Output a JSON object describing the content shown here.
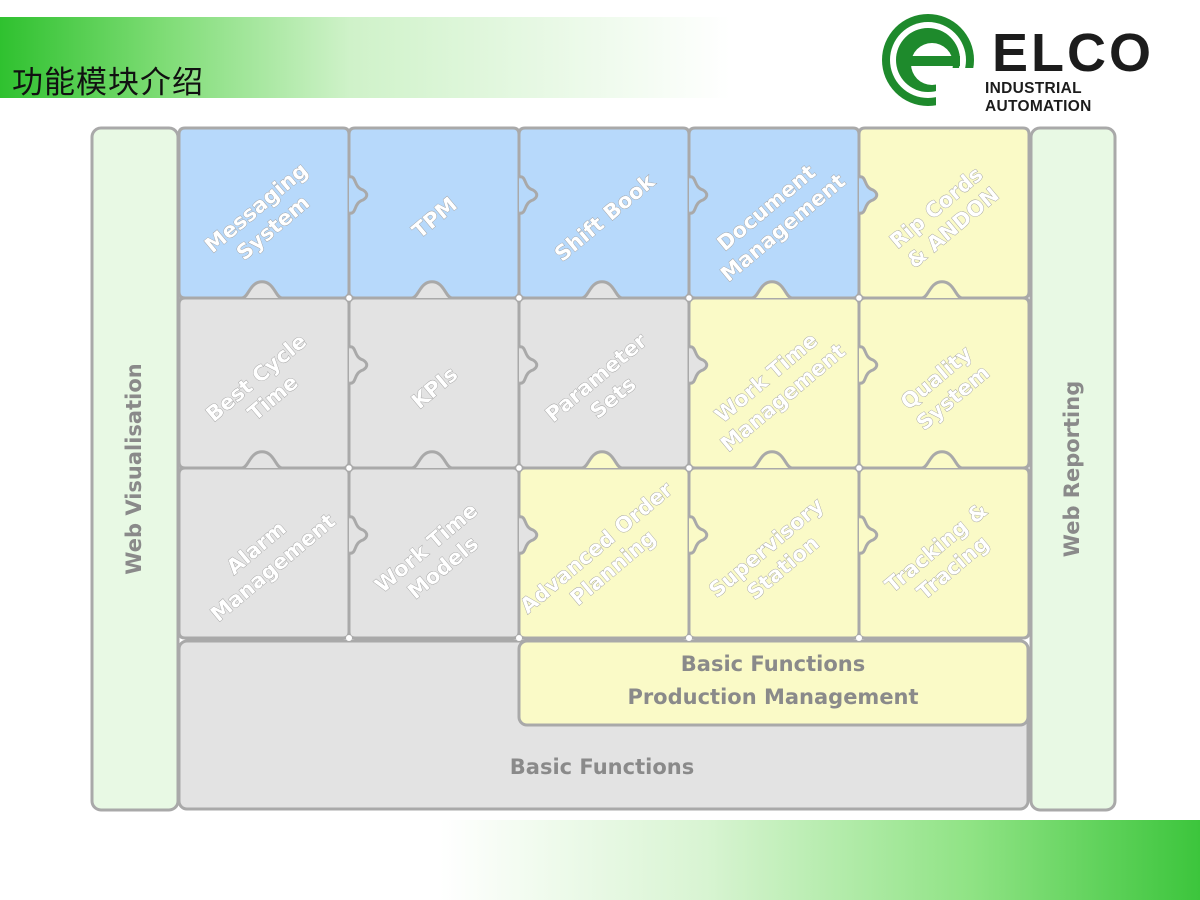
{
  "slide": {
    "title": "功能模块介绍"
  },
  "logo": {
    "name": "ELCO",
    "tagline": "INDUSTRIAL AUTOMATION",
    "brand_green": "#1e8a2c"
  },
  "colors": {
    "blue": "#b7d9fb",
    "gray": "#e3e3e3",
    "yellow": "#fafac7",
    "green_side": "#e8f9e4",
    "border": "#a9a9a9",
    "text": "#8a8a8a"
  },
  "diagram": {
    "left_bar": "Web Visualisation",
    "right_bar": "Web Reporting",
    "grid": [
      [
        {
          "lines": [
            "Messaging",
            "System"
          ],
          "color": "blue"
        },
        {
          "lines": [
            "TPM"
          ],
          "color": "blue"
        },
        {
          "lines": [
            "Shift Book"
          ],
          "color": "blue"
        },
        {
          "lines": [
            "Document",
            "Management"
          ],
          "color": "blue"
        },
        {
          "lines": [
            "Rip Cords",
            "& ANDON"
          ],
          "color": "yellow"
        }
      ],
      [
        {
          "lines": [
            "Best Cycle",
            "Time"
          ],
          "color": "gray"
        },
        {
          "lines": [
            "KPIs"
          ],
          "color": "gray"
        },
        {
          "lines": [
            "Parameter",
            "Sets"
          ],
          "color": "gray"
        },
        {
          "lines": [
            "Work Time",
            "Management"
          ],
          "color": "yellow"
        },
        {
          "lines": [
            "Quality",
            "System"
          ],
          "color": "yellow"
        }
      ],
      [
        {
          "lines": [
            "Alarm",
            "Management"
          ],
          "color": "gray"
        },
        {
          "lines": [
            "Work Time",
            "Models"
          ],
          "color": "gray"
        },
        {
          "lines": [
            "Advanced Order",
            "Planning"
          ],
          "color": "yellow"
        },
        {
          "lines": [
            "Supervisory",
            "Station"
          ],
          "color": "yellow"
        },
        {
          "lines": [
            "Tracking &",
            "Tracing"
          ],
          "color": "yellow"
        }
      ]
    ],
    "basic_production": [
      "Basic Functions",
      "Production Management"
    ],
    "basic_functions": "Basic Functions"
  }
}
